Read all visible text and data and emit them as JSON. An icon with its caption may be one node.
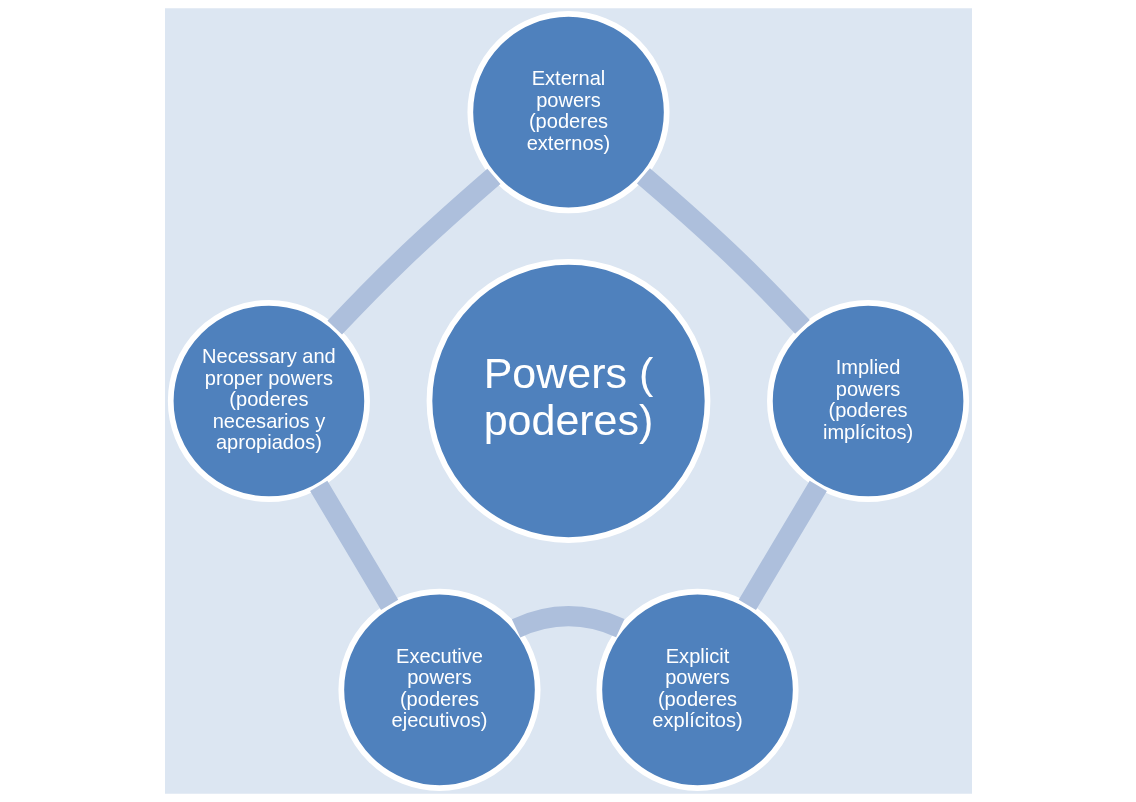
{
  "diagram": {
    "nodes": [
      {
        "text": [
          "External powers (poderes externos)"
        ]
      },
      {
        "text": [
          "Necessary and proper powers (poderes necesarios y apropiados)"
        ]
      },
      {
        "text": [
          "Implied powers (poderes implícitos)"
        ]
      },
      {
        "text": [
          "Powers (poderes)"
        ]
      },
      {
        "text": [
          "Executive powers (poderes ejecutivos)"
        ]
      },
      {
        "text": [
          "Explicit powers (poderes explícitos)"
        ]
      }
    ],
    "edges": [
      {
        "from": 0,
        "to": 2,
        "arrow": "none"
      },
      {
        "from": 2,
        "to": 5,
        "arrow": "none"
      },
      {
        "from": 5,
        "to": 4,
        "arrow": "none"
      },
      {
        "from": 4,
        "to": 1,
        "arrow": "none"
      },
      {
        "from": 1,
        "to": 0,
        "arrow": "none"
      }
    ]
  }
}
